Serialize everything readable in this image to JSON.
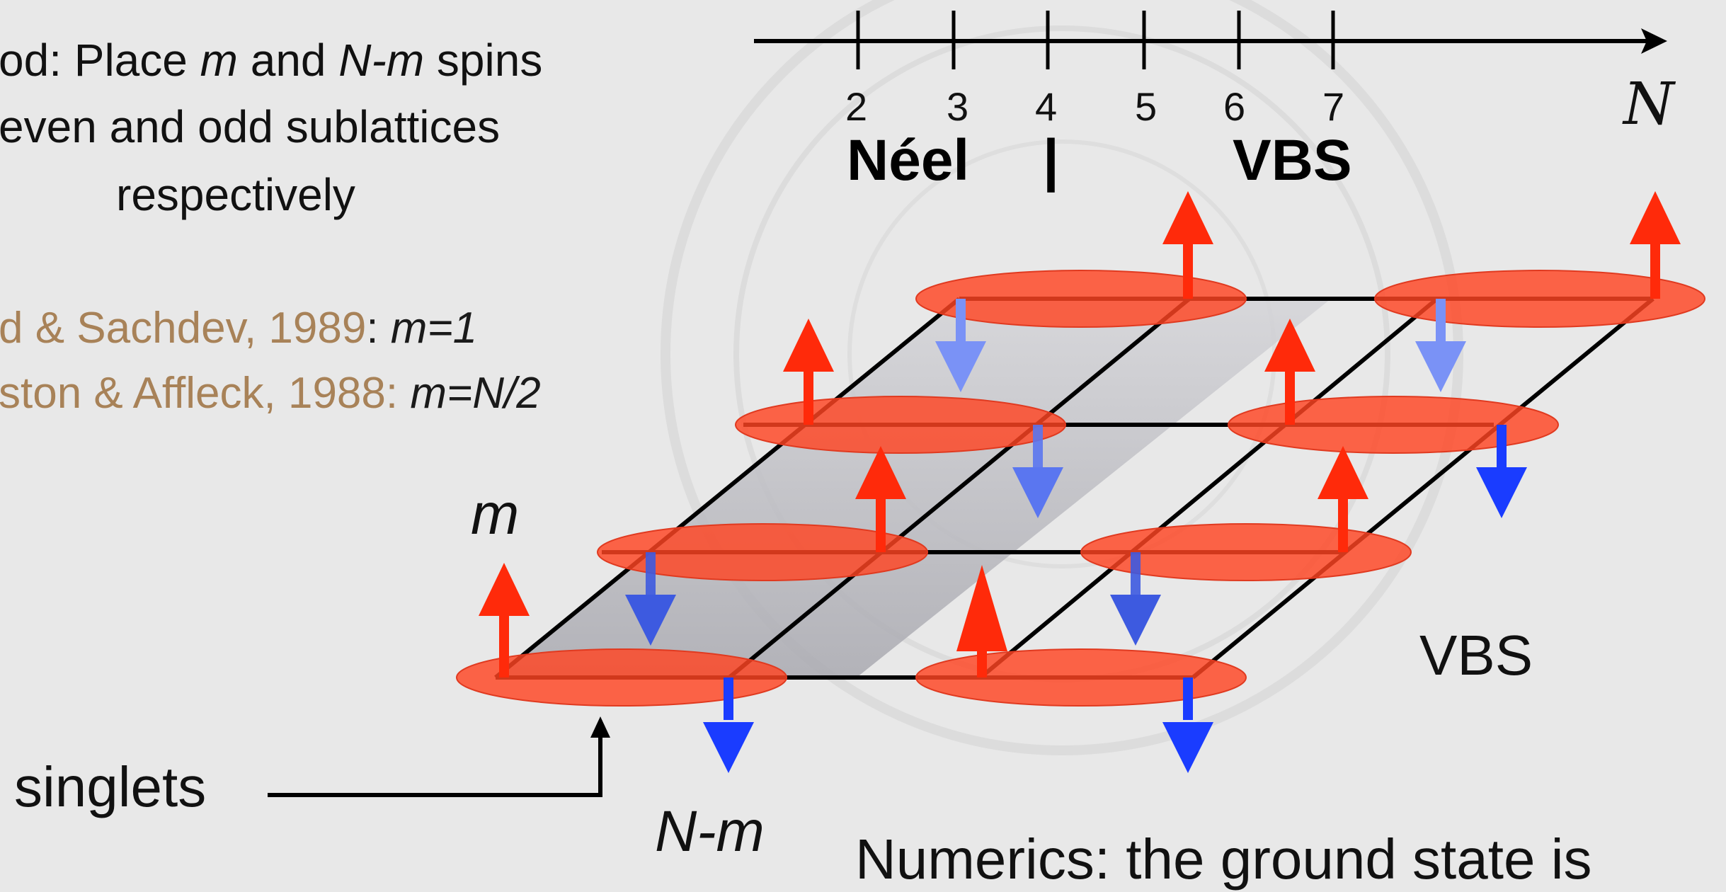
{
  "method_text": {
    "line1_prefix": "od: Place ",
    "line1_m": "m",
    "line1_mid": " and ",
    "line1_nm": "N-m",
    "line1_suffix": " spins",
    "line2": "even and odd sublattices",
    "line3": "respectively"
  },
  "references": [
    {
      "authors": "d & Sachdev, 1989",
      "sep": ": ",
      "value": "m=1"
    },
    {
      "authors": "ston & Affleck, 1988",
      "sep": ": ",
      "value": "m=N/2"
    }
  ],
  "axis": {
    "ticks": [
      "2",
      "3",
      "4",
      "5",
      "6",
      "7"
    ],
    "variable": "N",
    "phase_left": "Néel",
    "divider": "|",
    "phase_right": "VBS"
  },
  "labels": {
    "m": "m",
    "n_minus_m": "N-m",
    "singlets": "singlets",
    "vbs": "VBS",
    "bottom_caption": "Numerics: the ground state is"
  },
  "colors": {
    "singlet_fill": "#ff4422",
    "arrow_up": "#ff2a0a",
    "arrow_down": "#1a3cff",
    "background": "#e8e8e8"
  }
}
